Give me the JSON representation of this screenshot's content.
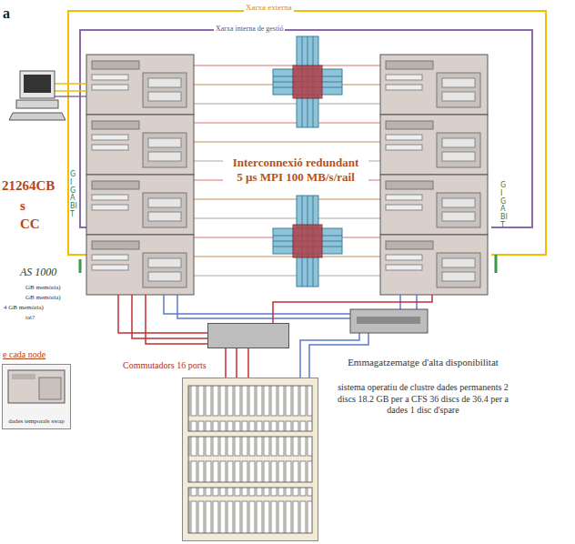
{
  "diagram": {
    "nodes": [
      {
        "text": [
          "Interconnexió redundant 5 µs MPI 100 MB/s/rail"
        ]
      },
      {
        "text": [
          "Commutadors 16 ports"
        ]
      },
      {
        "text": [
          "Emmagatzematge d'alta disponibilitat",
          "sistema operatiu de clustre dades permanents 2 discs 18.2 GB per a CFS 36 discs de 36.4 per a dades 1 disc d'spare"
        ]
      },
      {
        "text": [
          "e cada node",
          "dades temporals swap"
        ]
      }
    ],
    "edges": [
      {
        "from": 1,
        "to": 2,
        "arrow": "none"
      }
    ],
    "labels": [
      "a",
      "Xarxa externa",
      "Xarxa interna de gestió",
      "21264CB",
      "s",
      "CC",
      "GIGABIT",
      "AS 1000",
      "GB memòria)",
      "GB memòria)",
      "4 GB memòria)",
      "tat?",
      "GIGABIT"
    ]
  }
}
